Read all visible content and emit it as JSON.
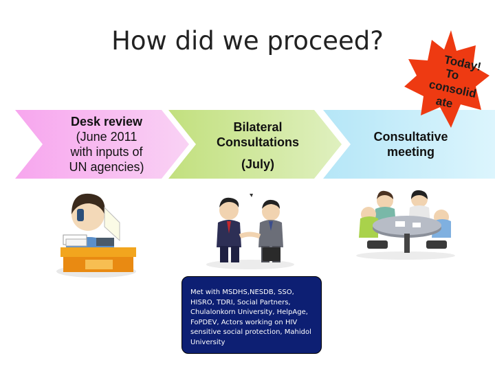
{
  "title": "How did we proceed?",
  "starburst": {
    "line1": "Today!",
    "line2": "To",
    "line3": "consolid",
    "line4": "ate"
  },
  "steps": [
    {
      "bold": "Desk review",
      "lines": [
        "(June 2011",
        "with inputs of",
        "UN agencies)"
      ],
      "color": "#f6b8ee"
    },
    {
      "bold": "Bilateral",
      "bold2": "Consultations",
      "extra": "(July)",
      "color": "#cde89a"
    },
    {
      "bold": "Consultative",
      "bold2": "meeting",
      "color": "#c9eefa"
    }
  ],
  "note": "Met with MSDHS,NESDB, SSO, HISRO, TDRI, Social Partners, Chulalonkorn University, HelpAge, FoPDEV, Actors working on HIV sensitive social protection, Mahidol University"
}
